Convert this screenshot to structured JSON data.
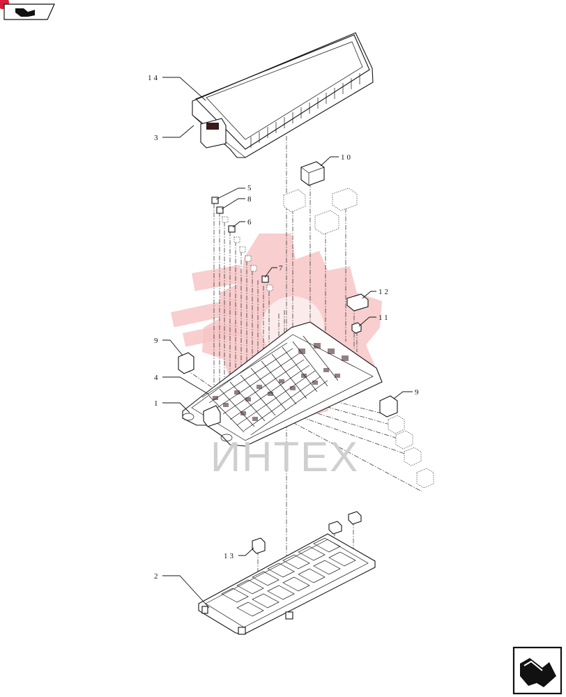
{
  "watermark": {
    "text": "ИНТЕХ"
  },
  "callouts": [
    {
      "id": "c14",
      "label": "14"
    },
    {
      "id": "c3",
      "label": "3"
    },
    {
      "id": "c10",
      "label": "10"
    },
    {
      "id": "c5",
      "label": "5"
    },
    {
      "id": "c8",
      "label": "8"
    },
    {
      "id": "c6",
      "label": "6"
    },
    {
      "id": "c7",
      "label": "7"
    },
    {
      "id": "c12",
      "label": "12"
    },
    {
      "id": "c11",
      "label": "11"
    },
    {
      "id": "c9a",
      "label": "9"
    },
    {
      "id": "c4",
      "label": "4"
    },
    {
      "id": "c1",
      "label": "1"
    },
    {
      "id": "c9b",
      "label": "9"
    },
    {
      "id": "c13",
      "label": "13"
    },
    {
      "id": "c2",
      "label": "2"
    }
  ],
  "nav": {
    "prev_icon": "back-arrow-icon",
    "next_icon": "forward-arrow-icon"
  },
  "colors": {
    "watermark_gear": "#f7c6c6",
    "watermark_text": "#cfcfcf",
    "badge": "#d81b3a",
    "ink": "#111111"
  }
}
